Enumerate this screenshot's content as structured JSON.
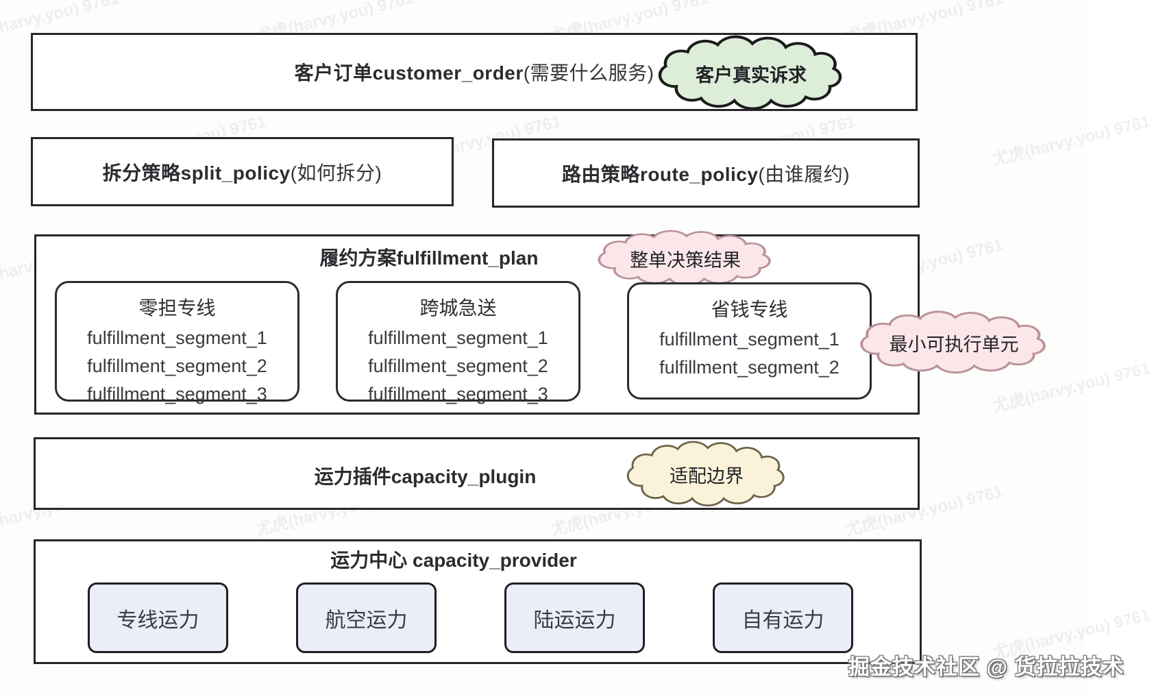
{
  "customer_order": {
    "title_bold": "客户订单customer_order",
    "title_note": "(需要什么服务)",
    "cloud": "客户真实诉求"
  },
  "split_policy": {
    "title_bold": "拆分策略split_policy",
    "title_note": "(如何拆分)"
  },
  "route_policy": {
    "title_bold": "路由策略route_policy",
    "title_note": "(由谁履约)"
  },
  "fulfillment_plan": {
    "title": "履约方案fulfillment_plan",
    "cloud_decision": "整单决策结果",
    "cloud_min_unit": "最小可执行单元",
    "segments": [
      {
        "title": "零担专线",
        "items": [
          "fulfillment_segment_1",
          "fulfillment_segment_2",
          "fulfillment_segment_3"
        ]
      },
      {
        "title": "跨城急送",
        "items": [
          "fulfillment_segment_1",
          "fulfillment_segment_2",
          "fulfillment_segment_3"
        ]
      },
      {
        "title": "省钱专线",
        "items": [
          "fulfillment_segment_1",
          "fulfillment_segment_2"
        ]
      }
    ]
  },
  "capacity_plugin": {
    "title": "运力插件capacity_plugin",
    "cloud": "适配边界"
  },
  "capacity_provider": {
    "title": "运力中心 capacity_provider",
    "providers": [
      "专线运力",
      "航空运力",
      "陆运运力",
      "自有运力"
    ]
  },
  "watermarks": {
    "diagonal": "尤虎(harvy.you) 9761",
    "credit": "掘金技术社区 @ 货拉拉技术"
  },
  "colors": {
    "cloud_green": "#dcedd8",
    "cloud_pink": "#fbe7ea",
    "cloud_yellow": "#faf3d9",
    "provider_box": "#e9eef7",
    "border": "#26262a"
  }
}
